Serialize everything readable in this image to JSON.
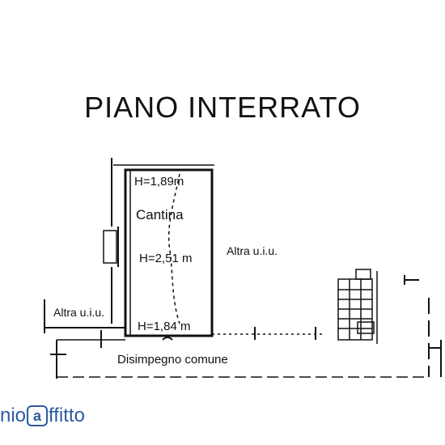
{
  "title": "PIANO INTERRATO",
  "room": {
    "name": "Cantina",
    "height_top": "H=1,89m",
    "height_mid": "H=2,51 m",
    "height_bottom": "H=1,84 m"
  },
  "labels": {
    "altra_right": "Altra u.i.u.",
    "altra_left": "Altra u.i.u.",
    "corridor": "Disimpegno comune"
  },
  "logo": {
    "prefix": "nio",
    "mark": "a",
    "suffix": "ffitto",
    "color": "#2c5aa0"
  }
}
